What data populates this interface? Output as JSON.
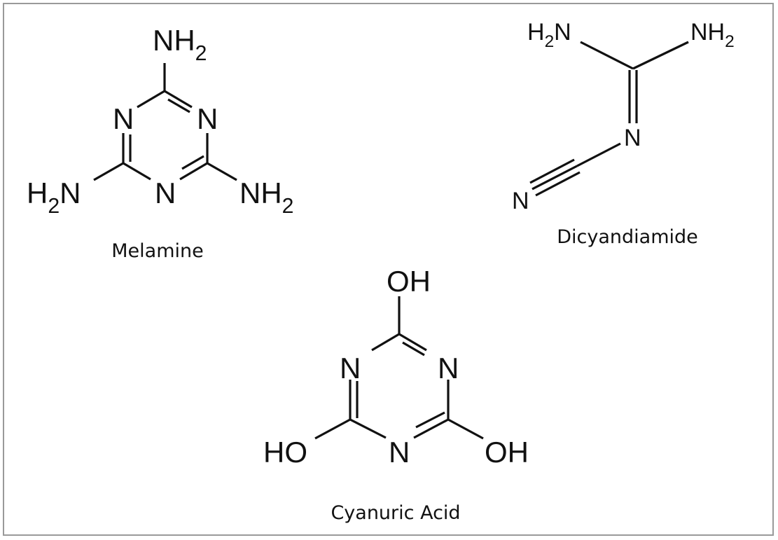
{
  "molecules": {
    "melamine": {
      "name": "Melamine",
      "atoms": {
        "top_amine": "NH",
        "top_amine_sub": "2",
        "left_amine_pre": "H",
        "left_amine_sub": "2",
        "left_amine_post": "N",
        "right_amine": "NH",
        "right_amine_sub": "2",
        "ring_n_left": "N",
        "ring_n_right": "N",
        "ring_n_bottom": "N"
      }
    },
    "dicyandiamide": {
      "name": "Dicyandiamide",
      "atoms": {
        "left_amine_pre": "H",
        "left_amine_sub": "2",
        "left_amine_post": "N",
        "right_amine": "NH",
        "right_amine_sub": "2",
        "imine_n": "N",
        "nitrile_n": "N"
      }
    },
    "cyanuric_acid": {
      "name": "Cyanuric Acid",
      "atoms": {
        "top_oh": "OH",
        "left_oh": "HO",
        "right_oh": "OH",
        "ring_n_left": "N",
        "ring_n_right": "N",
        "ring_n_bottom": "N"
      }
    }
  }
}
